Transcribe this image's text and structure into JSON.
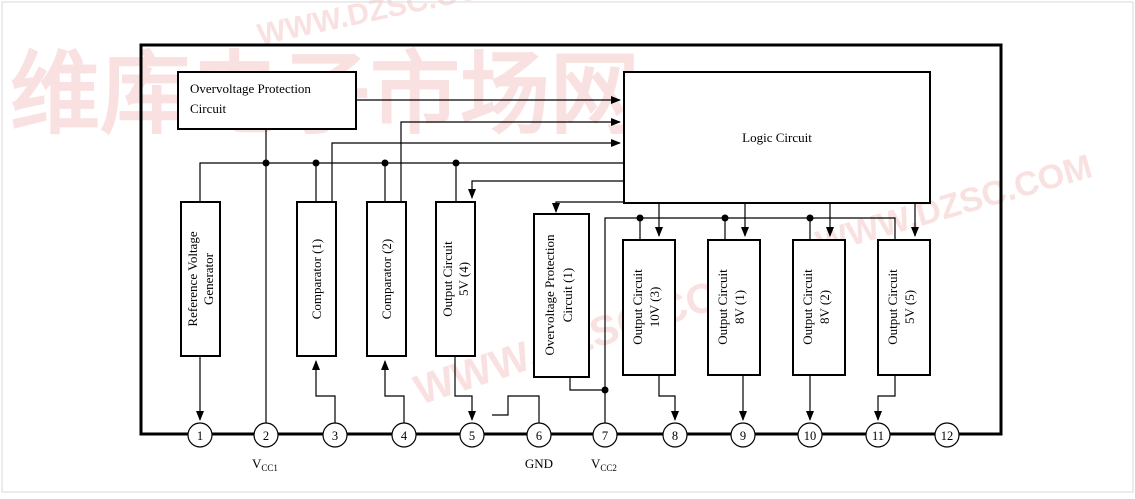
{
  "watermark": {
    "cjk": "维库电子市场网",
    "url": "WWW.DZSC.COM"
  },
  "blocks": {
    "ovp_circuit": {
      "line1": "Overvoltage Protection",
      "line2": "Circuit"
    },
    "logic_circuit": "Logic Circuit",
    "ref_voltage": {
      "line1": "Reference Voltage",
      "line2": "Generator"
    },
    "comparator1": "Comparator (1)",
    "comparator2": "Comparator (2)",
    "output_5v4": {
      "line1": "Output Circuit",
      "line2": "5V (4)"
    },
    "ovp_circuit1": {
      "line1": "Overvoltage Protection",
      "line2": "Circuit (1)"
    },
    "output_10v3": {
      "line1": "Output Circuit",
      "line2": "10V (3)"
    },
    "output_8v1": {
      "line1": "Output Circuit",
      "line2": "8V (1)"
    },
    "output_8v2": {
      "line1": "Output Circuit",
      "line2": "8V (2)"
    },
    "output_5v5": {
      "line1": "Output Circuit",
      "line2": "5V (5)"
    }
  },
  "pins": [
    "1",
    "2",
    "3",
    "4",
    "5",
    "6",
    "7",
    "8",
    "9",
    "10",
    "11",
    "12"
  ],
  "pin_labels": {
    "vcc1": {
      "main": "V",
      "sub": "CC1"
    },
    "gnd": "GND",
    "vcc2": {
      "main": "V",
      "sub": "CC2"
    }
  }
}
